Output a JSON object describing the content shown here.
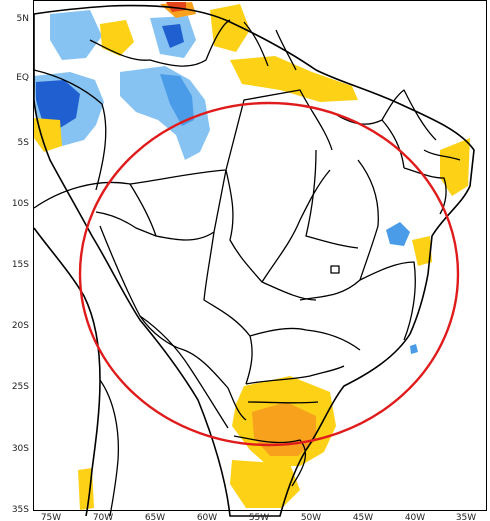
{
  "map": {
    "lat_labels": [
      "5N",
      "EQ",
      "5S",
      "10S",
      "15S",
      "20S",
      "25S",
      "30S",
      "35S"
    ],
    "lon_labels": [
      "75W",
      "70W",
      "65W",
      "60W",
      "55W",
      "50W",
      "45W",
      "40W",
      "35W"
    ],
    "colors": {
      "light_blue": "#86c3f2",
      "blue": "#4a9be8",
      "dark_blue": "#1f5fd0",
      "yellow": "#fcd116",
      "orange": "#f7a11c",
      "red": "#e0451b",
      "highlight_circle": "#e01b1b",
      "lines": "#000000"
    }
  }
}
